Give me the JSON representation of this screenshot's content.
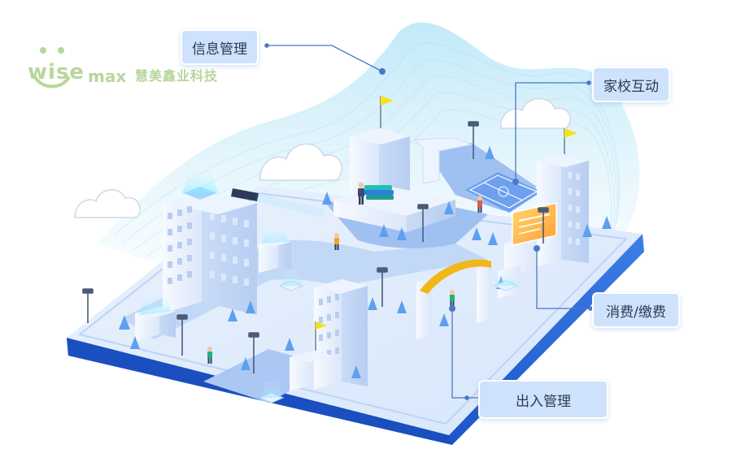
{
  "logo": {
    "wise": "wise",
    "max": "max",
    "cn": "慧美鑫业科技",
    "icon": "smiley-face-icon"
  },
  "labels": {
    "info": "信息管理",
    "home_school": "家校互动",
    "consume": "消费/缴费",
    "access": "出入管理"
  },
  "colors": {
    "label_bg": "#cfe2fb",
    "connector": "#4a78c8",
    "platform_edge": "#2a66d8",
    "logo_green": "#b7d79a",
    "flag_yellow": "#f4e21a",
    "gate_arch": "#f2b619"
  }
}
